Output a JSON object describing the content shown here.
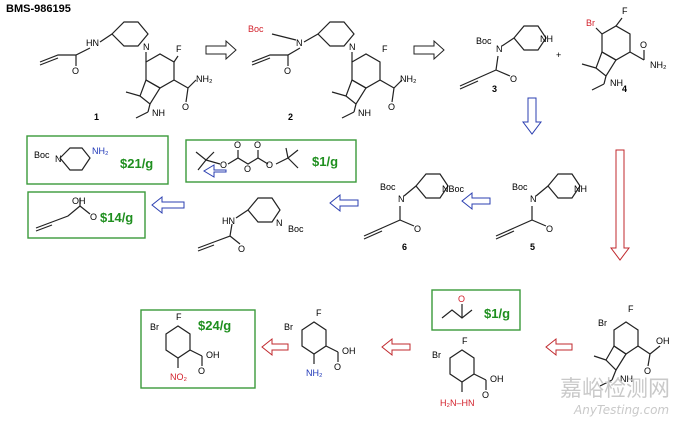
{
  "title": "BMS-986195",
  "colors": {
    "box_green": "#3a9a3a",
    "price_green": "#1f8f1f",
    "arrow_blue": "#2b3fb0",
    "arrow_red": "#c0282d",
    "boc_red": "#d21f2a",
    "nh2_blue": "#1f37b8",
    "bond_black": "#222222",
    "watermark_gray": "#c9c9c9"
  },
  "compound_numbers": {
    "c1": "1",
    "c2": "2",
    "c3": "3",
    "c4": "4",
    "c5": "5",
    "c6": "6"
  },
  "plus_sign": "+",
  "atoms": {
    "F": "F",
    "Br": "Br",
    "NH": "NH",
    "HN": "HN",
    "N": "N",
    "O": "O",
    "OH": "OH",
    "NH2": "NH₂",
    "Boc": "Boc",
    "NBoc": "NBoc",
    "NO2": "NO₂",
    "HN_NH2": "H₂N–HN"
  },
  "prices": {
    "aminopiperidine": "$21/g",
    "boc_anhydride": "$1/g",
    "butynoic_acid": "$14/g",
    "butanone": "$1/g",
    "nitro_benzoic_acid": "$24/g"
  },
  "watermark": {
    "cn": "嘉峪检测网",
    "en": "AnyTesting.com"
  },
  "arrows": [
    {
      "name": "retro-arrow-1-to-2",
      "color": "outline"
    },
    {
      "name": "retro-arrow-2-to-3",
      "color": "outline"
    },
    {
      "name": "retro-arrow-3-to-5",
      "color": "blue"
    },
    {
      "name": "retro-arrow-5-to-6",
      "color": "blue"
    },
    {
      "name": "retro-arrow-6-to-boc",
      "color": "blue"
    },
    {
      "name": "retro-arrow-boc-to-butynoic",
      "color": "blue"
    },
    {
      "name": "retro-arrow-4-to-indole",
      "color": "red"
    },
    {
      "name": "retro-arrow-indole-to-hydrazine",
      "color": "red"
    },
    {
      "name": "retro-arrow-hydrazine-to-aniline",
      "color": "red"
    },
    {
      "name": "retro-arrow-aniline-to-nitro",
      "color": "red"
    }
  ]
}
